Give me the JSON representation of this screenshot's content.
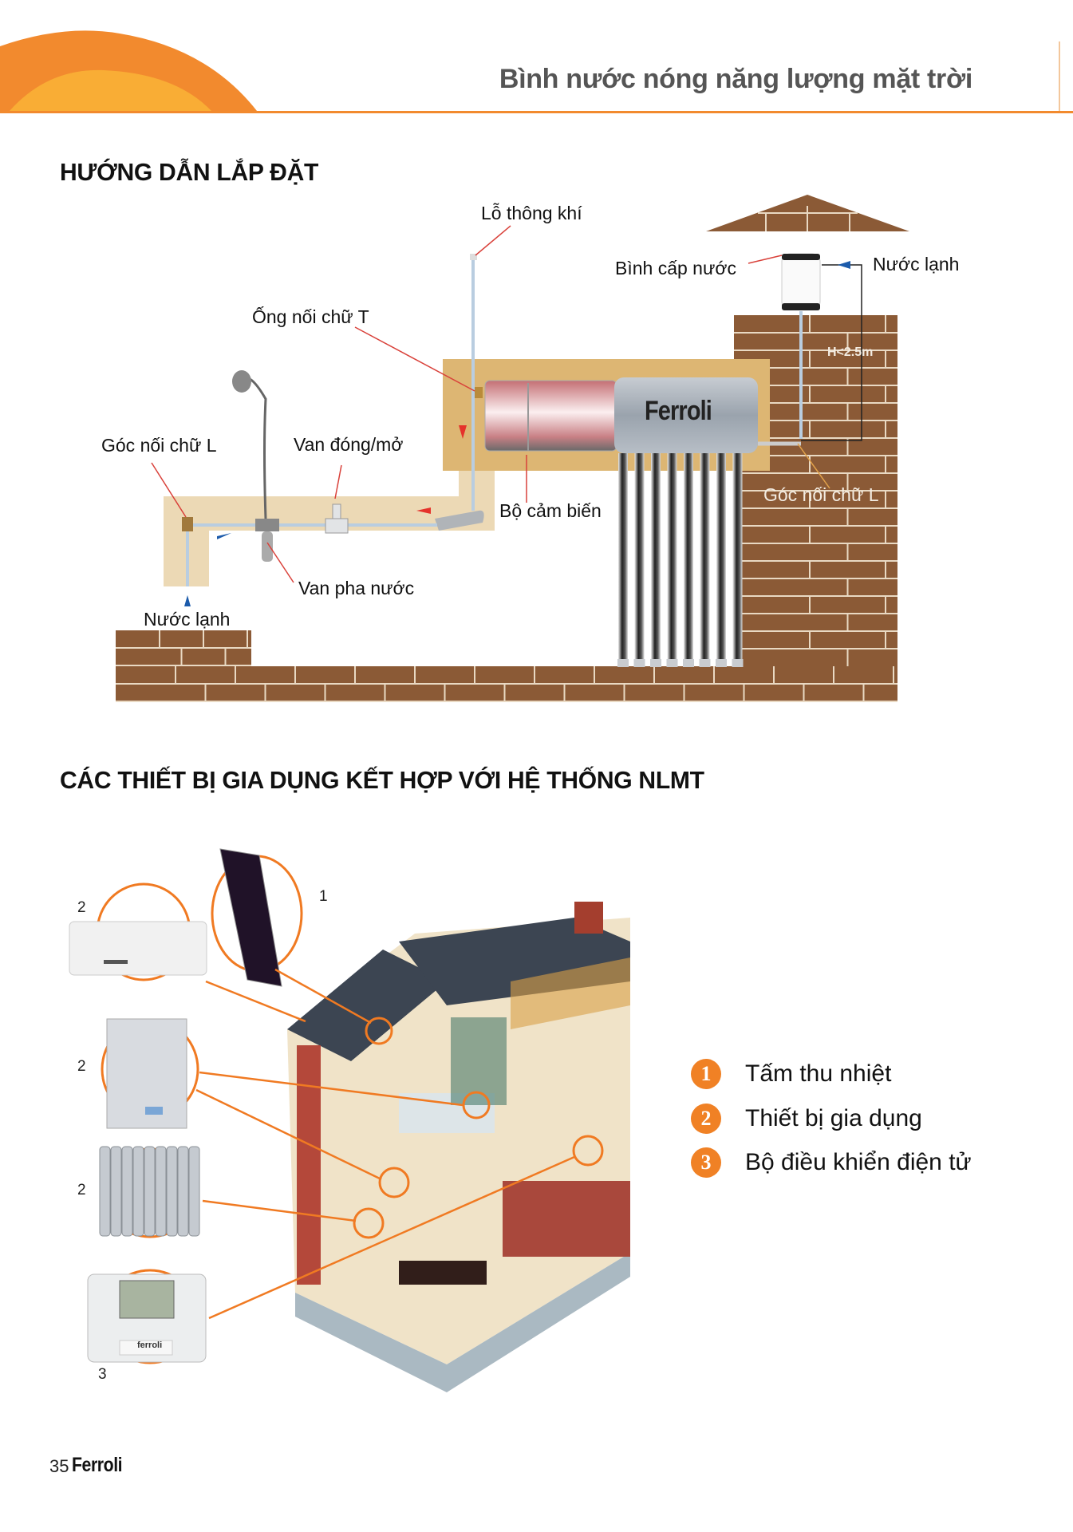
{
  "header": {
    "title": "Bình nước nóng năng lượng mặt trời",
    "accent_color": "#f28a2e",
    "accent_light": "#f9ad35"
  },
  "installation": {
    "section_title": "HƯỚNG DẪN LẮP ĐẶT",
    "labels": {
      "vent": "Lỗ thông khí",
      "supply_tank": "Bình cấp nước",
      "cold_water_top": "Nước lạnh",
      "t_joint": "Ống nối chữ T",
      "height_limit": "H<2.5m",
      "l_joint_left": "Góc nối chữ L",
      "on_off_valve": "Van đóng/mở",
      "sensor": "Bộ cảm biến",
      "l_joint_right": "Góc nối chữ L",
      "mixing_valve": "Van pha nước",
      "cold_water_bottom": "Nước lạnh"
    },
    "tank_brand": "Ferroli",
    "colors": {
      "brick": "#8b5a36",
      "mortar": "#e9d9c3",
      "housing": "#ddb673",
      "pipe_area": "#ecd9b5"
    }
  },
  "appliances": {
    "section_title": "CÁC THIẾT BỊ GIA DỤNG KẾT HỢP VỚI HỆ THỐNG NLMT",
    "callouts": [
      {
        "number": "1",
        "item": "solar-collector"
      },
      {
        "number": "2",
        "item": "air-conditioner"
      },
      {
        "number": "2",
        "item": "boiler"
      },
      {
        "number": "2",
        "item": "radiator"
      },
      {
        "number": "3",
        "item": "controller"
      }
    ],
    "controller_brand": "ferroli",
    "legend": [
      {
        "number": "1",
        "text": "Tấm thu nhiệt"
      },
      {
        "number": "2",
        "text": "Thiết bị gia dụng"
      },
      {
        "number": "3",
        "text": "Bộ điều khiển điện tử"
      }
    ]
  },
  "footer": {
    "page_number": "35",
    "brand": "Ferroli"
  }
}
